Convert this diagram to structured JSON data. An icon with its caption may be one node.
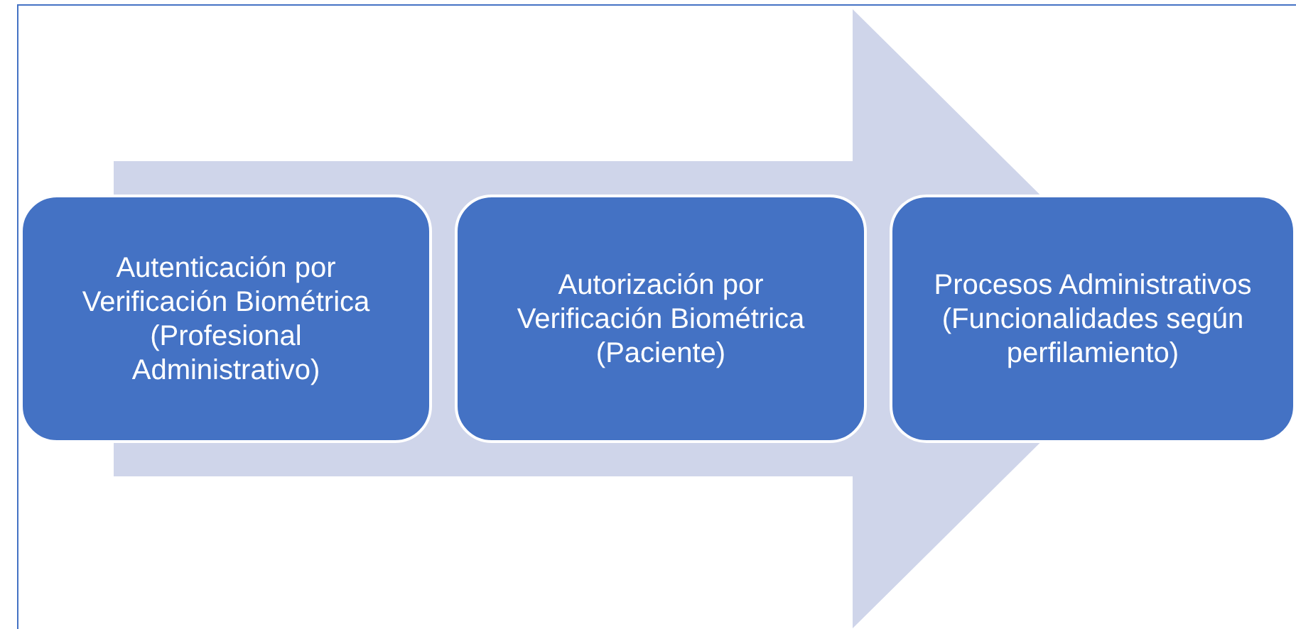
{
  "diagram": {
    "nodes": [
      {
        "text": [
          "Autenticación por Verificación Biométrica (Profesional Administrativo)"
        ]
      },
      {
        "text": [
          "Autorización por Verificación Biométrica (Paciente)"
        ]
      },
      {
        "text": [
          "Procesos Administrativos (Funcionalidades según perfilamiento)"
        ]
      }
    ],
    "edges": [
      {
        "from": 0,
        "to": 2,
        "arrow": "to"
      }
    ]
  }
}
